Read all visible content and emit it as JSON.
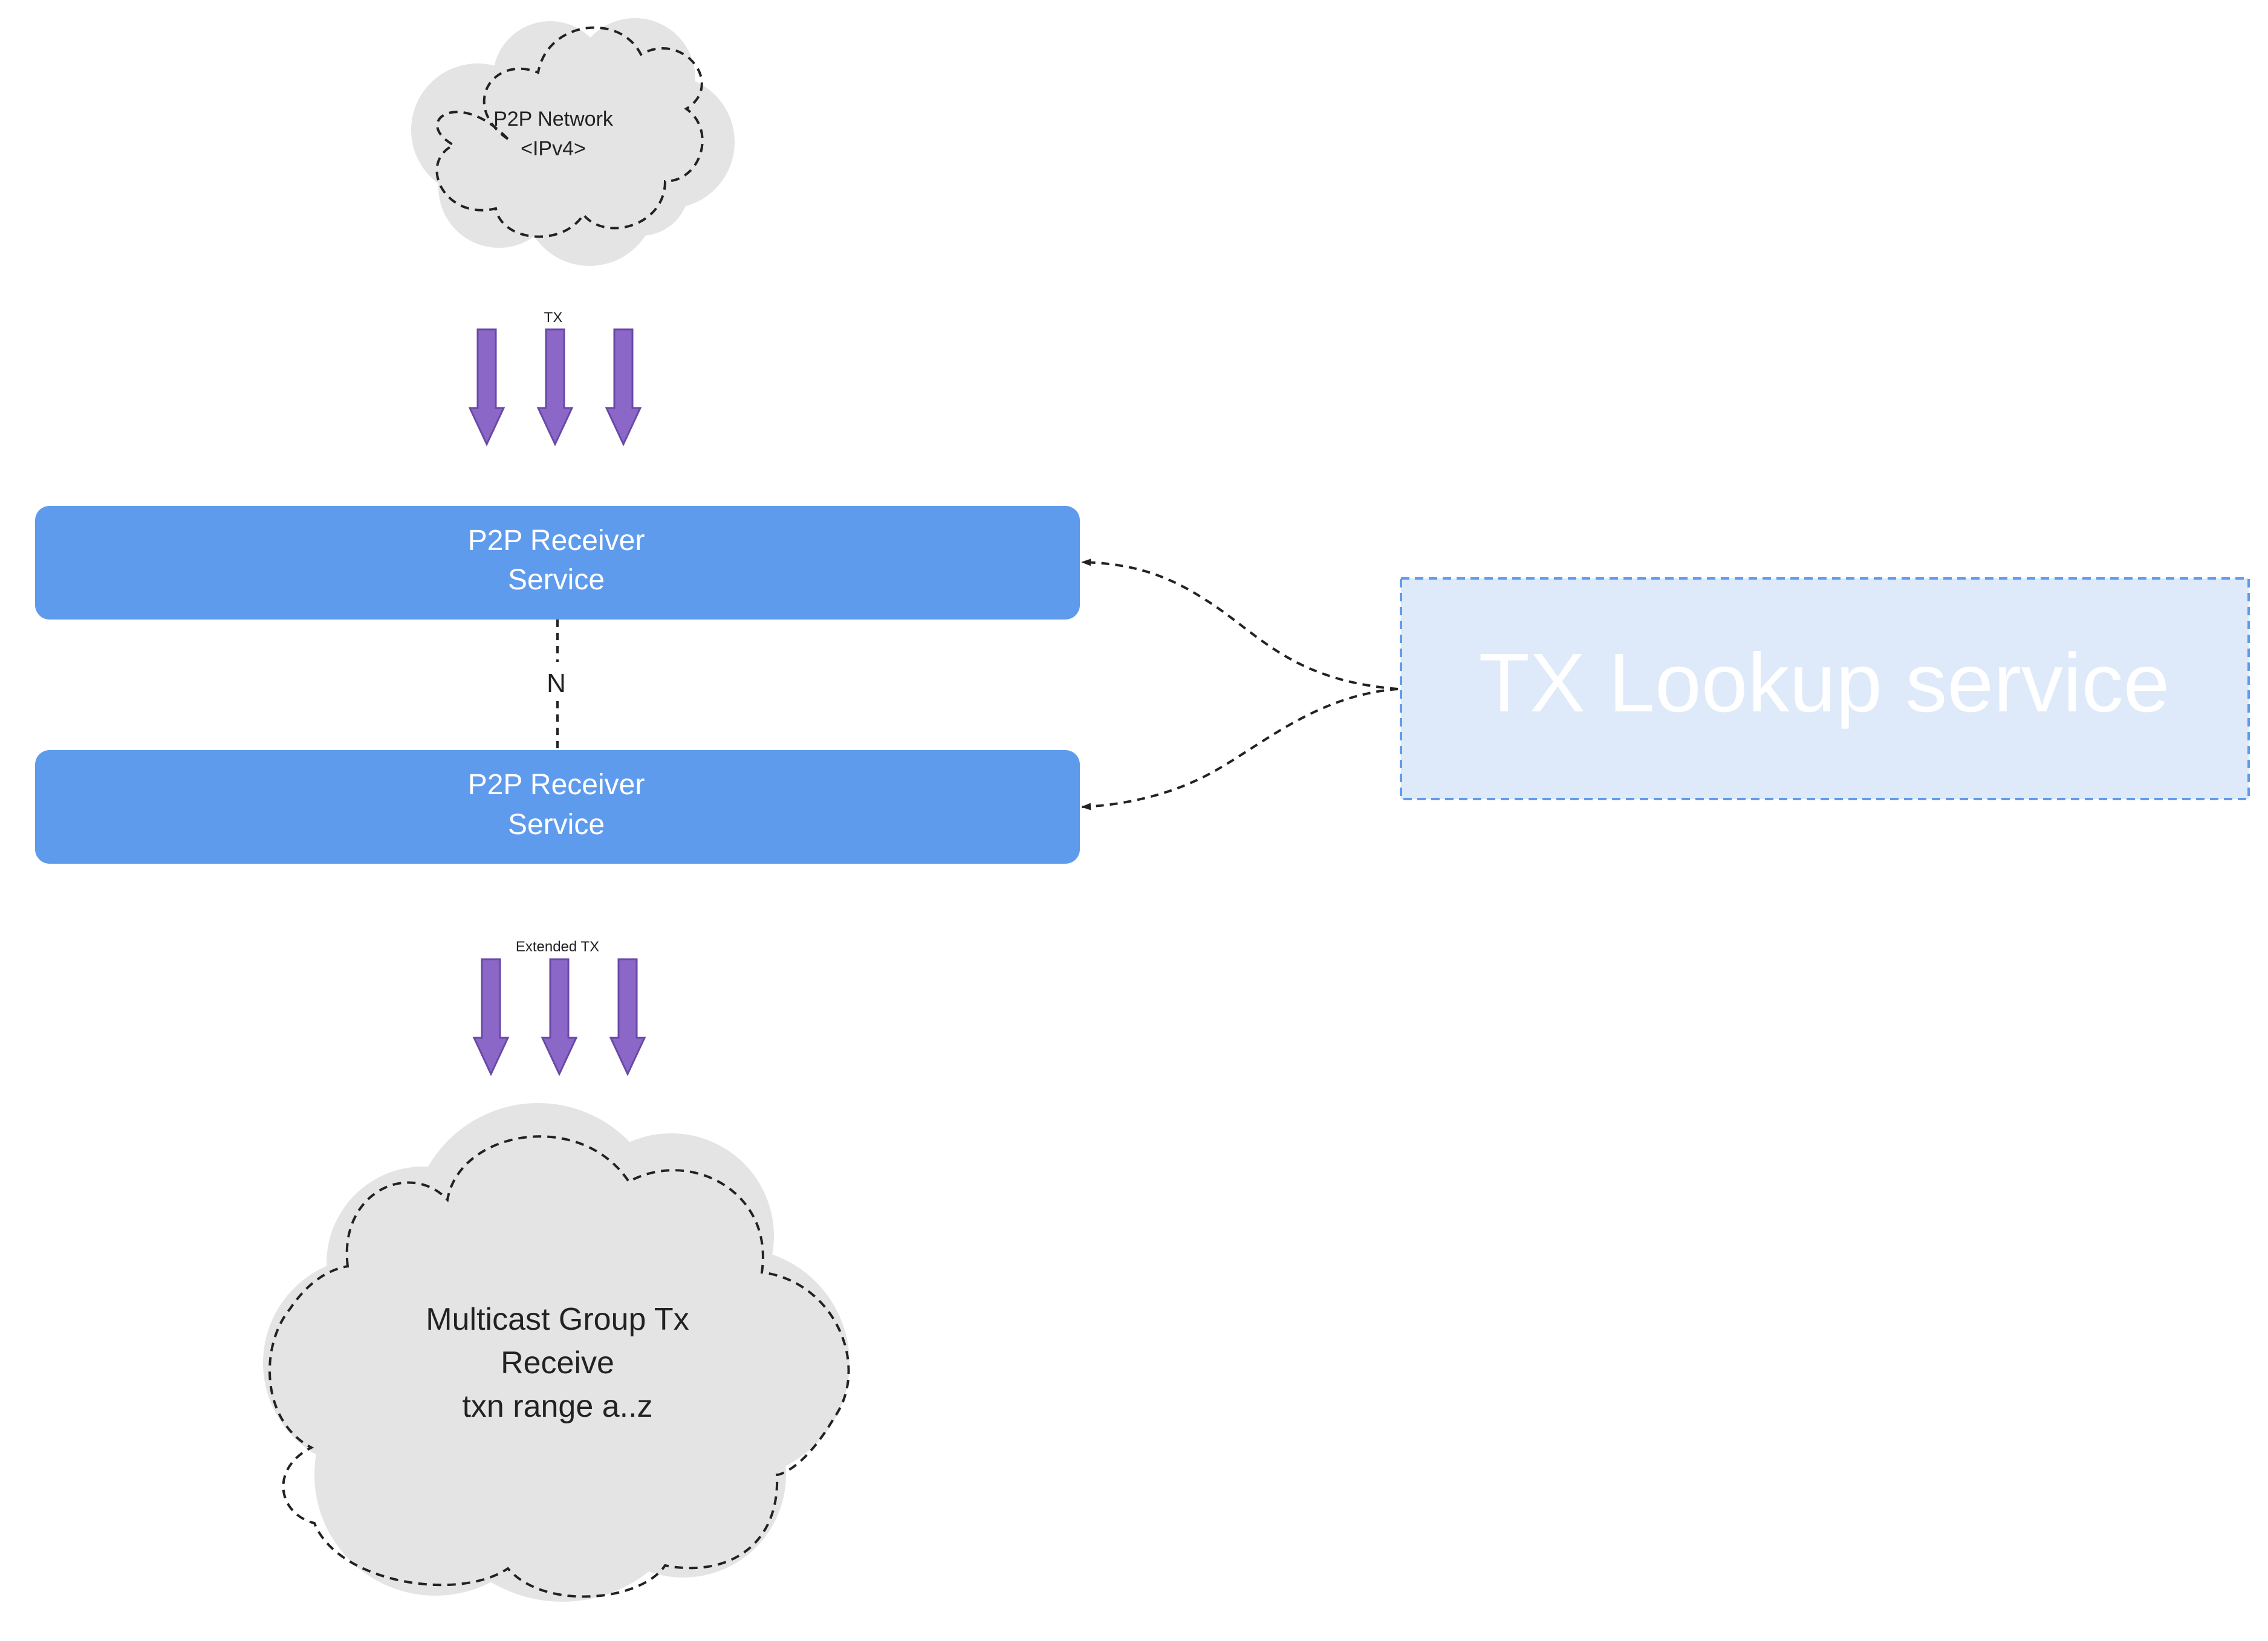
{
  "diagram": {
    "top_cloud": {
      "line1": "P2P Network",
      "line2": "<IPv4>"
    },
    "tx_label": "TX",
    "receiver_1": {
      "line1": "P2P Receiver",
      "line2": "Service"
    },
    "n_label": "N",
    "receiver_2": {
      "line1": "P2P Receiver",
      "line2": "Service"
    },
    "lookup_service": {
      "label": "TX Lookup service"
    },
    "extended_tx_label": "Extended TX",
    "bottom_cloud": {
      "line1": "Multicast Group Tx",
      "line2": "Receive",
      "line3": "txn range a..z"
    }
  },
  "colors": {
    "receiver_fill": "#5f9bed",
    "receiver_text": "#ffffff",
    "lookup_fill": "#deeaf9",
    "lookup_border": "#5f9bed",
    "lookup_text": "#ffffff",
    "arrow_fill": "#8b68c8",
    "arrow_stroke": "#6a48a8",
    "cloud_fill": "#e4e4e4",
    "line": "#222222"
  }
}
